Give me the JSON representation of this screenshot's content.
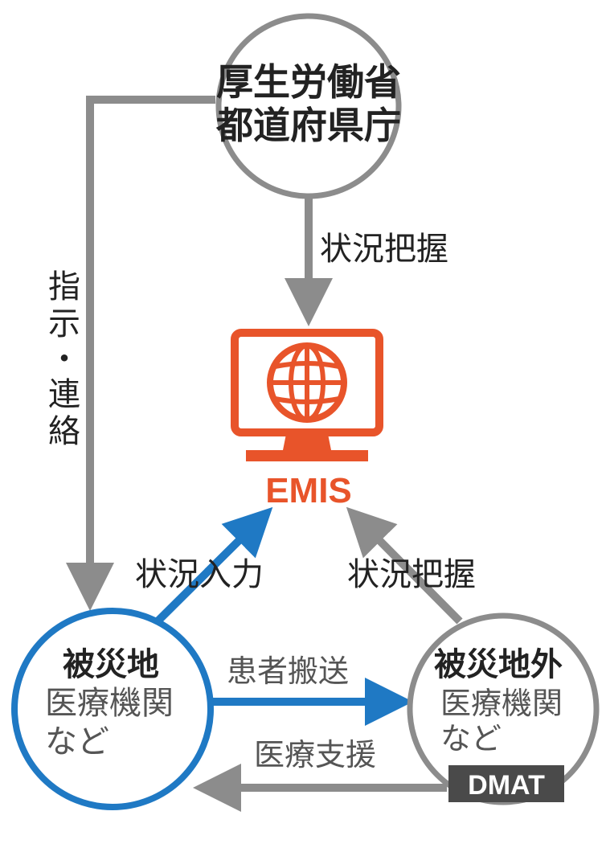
{
  "nodes": {
    "ministry": {
      "line1": "厚生労働省",
      "line2": "都道府県庁"
    },
    "emis": {
      "label": "EMIS",
      "icon": "globe-monitor-icon"
    },
    "disaster_hospital": {
      "title": "被災地",
      "line1": "医療機関",
      "line2": "など"
    },
    "outside_hospital": {
      "title": "被災地外",
      "line1": "医療機関",
      "line2": "など",
      "badge": "DMAT"
    }
  },
  "edges": {
    "top_status": "状況把握",
    "instruction_vertical": [
      "指",
      "示",
      "・",
      "連",
      "絡"
    ],
    "input_status": "状況入力",
    "right_status": "状況把握",
    "patient_transport": "患者搬送",
    "medical_support": "医療支援"
  },
  "colors": {
    "gray": "#8c8c8c",
    "blue": "#1f79c4",
    "orange": "#e8542a",
    "text": "#222222",
    "badge_bg": "#4a4a4a"
  }
}
